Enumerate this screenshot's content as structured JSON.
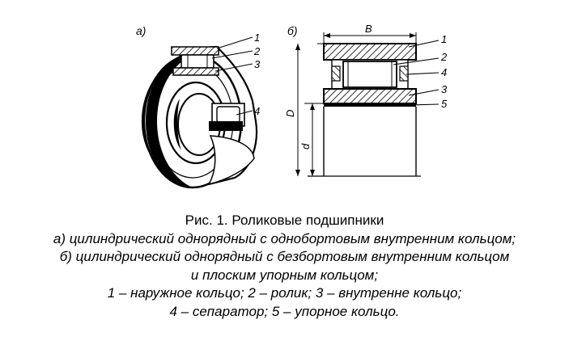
{
  "figure": {
    "panel_a": {
      "label": "а)",
      "callouts": [
        "1",
        "2",
        "3",
        "4"
      ]
    },
    "panel_b": {
      "label": "б)",
      "dim_width": "B",
      "dim_outer": "D",
      "dim_inner": "d",
      "callouts": [
        "1",
        "2",
        "4",
        "3",
        "5"
      ]
    }
  },
  "caption": {
    "title": "Рис. 1. Роликовые подшипники",
    "line_a": "а) цилиндрический однорядный с однобортовым внутренним кольцом;",
    "line_b1": "б) цилиндрический однорядный с безбортовым внутренним кольцом",
    "line_b2": "и плоским упорным кольцом;",
    "legend1": "1 – наружное кольцо; 2 – ролик; 3 – внутренне кольцо;",
    "legend2": "4 – сепаратор; 5 – упорное кольцо."
  }
}
